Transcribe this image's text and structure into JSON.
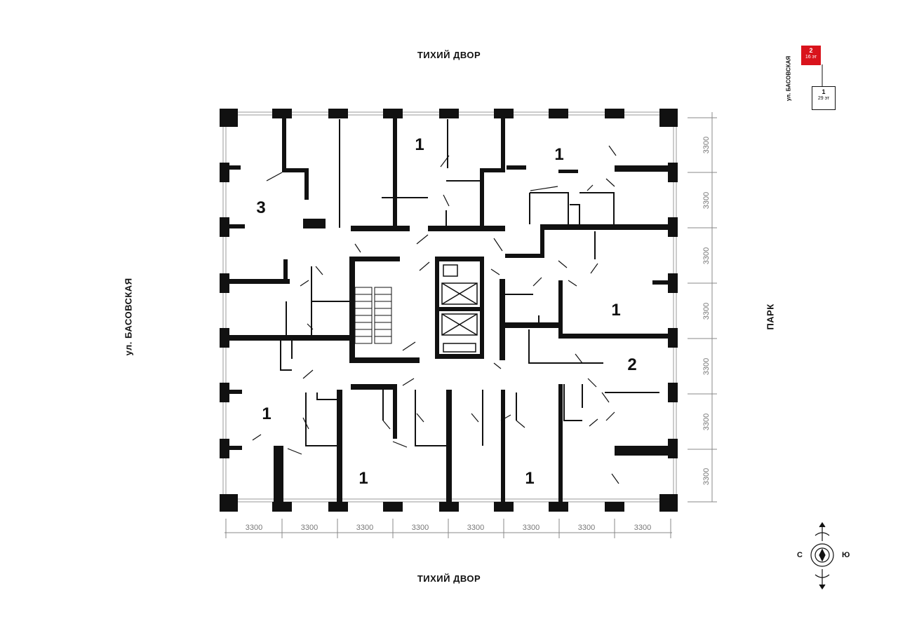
{
  "labels": {
    "top": "ТИХИЙ ДВОР",
    "bottom": "ТИХИЙ ДВОР",
    "left": "ул. БАСОВСКАЯ",
    "right": "ПАРК"
  },
  "dimensions": {
    "module": "3300"
  },
  "apartments": [
    "3",
    "1",
    "1",
    "1",
    "2",
    "1",
    "1",
    "1"
  ],
  "minimap": {
    "street": "ул. БАСОВСКАЯ",
    "section_2": {
      "number": "2",
      "floors": "16 эт"
    },
    "section_1": {
      "number": "1",
      "floors": "29 эт"
    }
  },
  "compass": {
    "left": "С",
    "right": "Ю"
  },
  "colors": {
    "wall": "#111111",
    "accent": "#d9131c",
    "dimension": "#777777"
  }
}
